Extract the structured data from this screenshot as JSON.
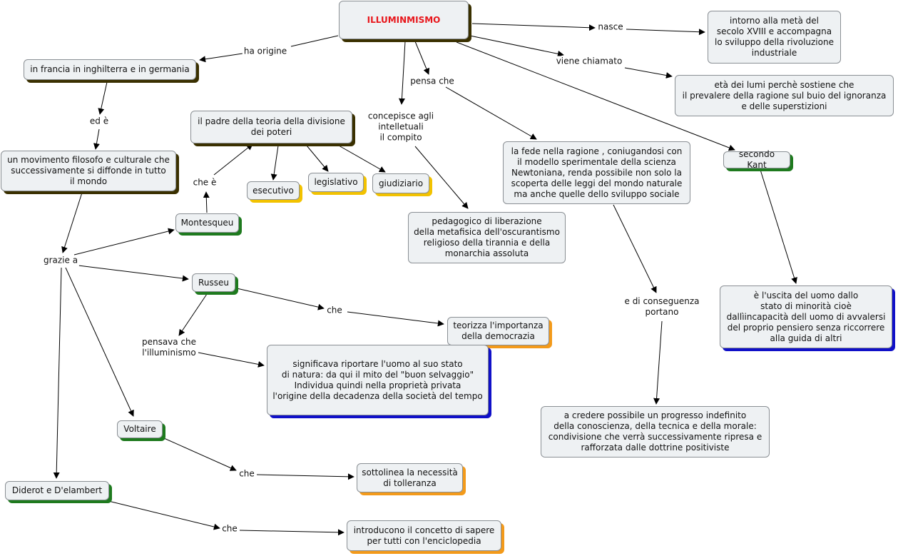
{
  "title": "ILLUMINMISMO",
  "nodes": {
    "origin": "in francia in inghilterra e in germania",
    "movement": "un movimento filosofo e culturale che\nsuccessivamente si diffonde in tutto\nil mondo",
    "father": "il padre della teoria della divisione\ndei poteri",
    "executive": "esecutivo",
    "legislative": "legislativo",
    "judiciary": "giudiziario",
    "montesquieu": "Montesqueu",
    "russeu": "Russeu",
    "democracy": "teorizza l'importanza\ndella democrazia",
    "nature": "significava riportare l'uomo al suo stato\ndi natura: da qui il mito del \"buon selvaggio\"\nIndividua quindi nella proprietà privata\nl'origine della decadenza della società del tempo",
    "voltaire": "Voltaire",
    "tolerance": "sottolinea la necessità\ndi tolleranza",
    "diderot": "Diderot e D'elambert",
    "encyclopedia": "introducono il concetto di sapere\nper tutti con l'enciclopedia",
    "pedagogic": "pedagogico di liberazione\ndella metafisica dell'oscurantismo\nreligioso della tirannia e della\nmonarchia assoluta",
    "faith": "la fede nella ragione , coniugandosi con\nil modello sperimentale della scienza\nNewtoniana, renda possibile non solo la\nscoperta delle leggi del mondo naturale\nma anche quelle dello sviluppo sociale",
    "progress": "a credere possibile un progresso indefinito\ndella conoscienza, della tecnica e della morale:\ncondivisione che verrà successivamente ripresa e\nrafforzata dalle dottrine positiviste",
    "century": "intorno alla metà del\nsecolo XVIII e accompagna\nlo sviluppo della rivoluzione\nindustriale",
    "lights": "età dei lumi perchè sostiene che\nil prevalere della ragione sul buio del ignoranza\ne delle superstizioni",
    "kant": "secondo Kant",
    "kant_def": "è l'uscita del uomo dallo\nstato di minorità cioè\ndallìincapacità dell uomo di avvalersi\ndel proprio pensiero senza riccorrere\nalla guida di altri"
  },
  "labels": {
    "ha_origine": "ha origine",
    "ed_e": "ed è",
    "grazie_a": "grazie a",
    "che_e": "che è",
    "che_russeu": "che",
    "pensava": "pensava che\nl'illuminismo",
    "che_voltaire": "che",
    "che_diderot": "che",
    "concepisce": "concepisce agli\nintelletuali\nil compito",
    "pensa_che": "pensa che",
    "conseguenza": "e di conseguenza\nportano",
    "nasce": "nasce",
    "viene_chiamato": "viene chiamato"
  }
}
